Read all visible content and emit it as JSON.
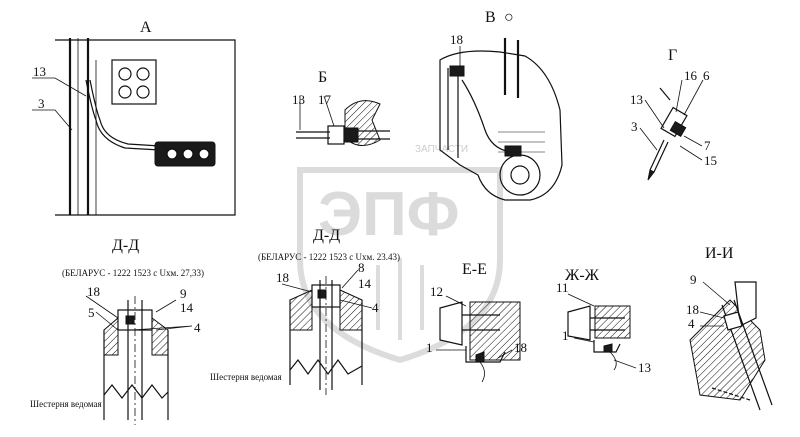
{
  "views": {
    "a": {
      "title": "А"
    },
    "b": {
      "title": "Б"
    },
    "v": {
      "title": "В",
      "symbol": "○"
    },
    "g": {
      "title": "Г"
    },
    "dd1": {
      "title": "Д-Д",
      "subtitle": "(БЕЛАРУС - 1222 1523 с Uхм.    27,33)",
      "note": "Шестерня ведомая"
    },
    "dd2": {
      "title": "Д-Д",
      "subtitle": "(БЕЛАРУС - 1222 1523 с Uхм.    23.43)",
      "note": "Шестерня ведомая"
    },
    "ee": {
      "title": "Е-Е"
    },
    "zz": {
      "title": "Ж-Ж"
    },
    "ii": {
      "title": "И-И"
    }
  },
  "callouts": {
    "a_13": "13",
    "a_3": "3",
    "b_13": "13",
    "b_17": "17",
    "v_18": "18",
    "g_16": "16",
    "g_6": "6",
    "g_13": "13",
    "g_3": "3",
    "g_7": "7",
    "g_15": "15",
    "dd1_18": "18",
    "dd1_5": "5",
    "dd1_9": "9",
    "dd1_14": "14",
    "dd1_4": "4",
    "dd2_18": "18",
    "dd2_8": "8",
    "dd2_14": "14",
    "dd2_4": "4",
    "ee_12": "12",
    "ee_1": "1",
    "ee_18": "18",
    "zz_11": "11",
    "zz_1": "1",
    "zz_13": "13",
    "ii_9": "9",
    "ii_18": "18",
    "ii_4": "4"
  },
  "watermark": {
    "text": "ЭПФ",
    "subtext": "ЗАПЧАСТИ"
  }
}
